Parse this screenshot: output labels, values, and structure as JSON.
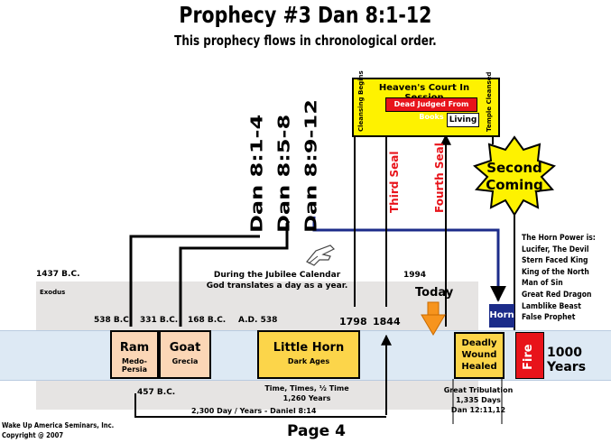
{
  "header": {
    "title": "Prophecy #3   Dan 8:1-12",
    "subtitle": "This prophecy flows in chronological order."
  },
  "passages": [
    "Dan 8:1-4",
    "Dan 8:5-8",
    "Dan 8:9-12"
  ],
  "court": {
    "title": "Heaven's Court In Session",
    "left_label": "Cleansing Begins",
    "right_label": "Temple Cleansed",
    "dead": "Dead Judged From Books",
    "living": "Living"
  },
  "seals": {
    "third": "Third Seal",
    "fourth": "Fourth Seal"
  },
  "second_coming": {
    "line1": "Second",
    "line2": "Coming"
  },
  "horn_power": {
    "heading": "The Horn Power is:",
    "items": [
      "Lucifer, The Devil",
      "Stern Faced King",
      "King of the North",
      "Man of Sin",
      "Great Red Dragon",
      "Lamblike Beast",
      "False Prophet"
    ]
  },
  "jubilee": {
    "line1": "During the Jubilee Calendar",
    "line2": "God translates a day as a year."
  },
  "dates": {
    "d1437": "1437 B.C.",
    "exodus": "Exodus",
    "d538bc": "538 B.C.",
    "d331bc": "331 B.C.",
    "d168bc": "168 B.C.",
    "ad538": "A.D. 538",
    "d1798": "1798",
    "d1844": "1844",
    "d1994": "1994",
    "d457bc": "457 B.C."
  },
  "today": "Today",
  "boxes": {
    "ram": {
      "title": "Ram",
      "sub": "Medo-Persia"
    },
    "goat": {
      "title": "Goat",
      "sub": "Grecia"
    },
    "little_horn": {
      "title": "Little Horn",
      "sub": "Dark Ages"
    },
    "deadly_wound": {
      "line1": "Deadly",
      "line2": "Wound",
      "line3": "Healed"
    },
    "horn": "Horn",
    "fire": "Fire",
    "thousand": "1000 Years"
  },
  "times": {
    "line1": "Time, Times, ½ Time",
    "line2": "1,260 Years"
  },
  "tribulation": {
    "line1": "Great Tribulation",
    "line2": "1,335 Days",
    "line3": "Dan 12:11,12"
  },
  "span_2300": "2,300 Day / Years - Daniel 8:14",
  "footer": {
    "org": "Wake Up America Seminars, Inc.",
    "copyright": "Copyright @ 2007",
    "page": "Page 4"
  },
  "colors": {
    "accent_red": "#e8131a",
    "court_yellow": "#fef200",
    "box_gold": "#fcd54a",
    "box_peach": "#fbd6b6",
    "horn_blue": "#1c2c8a",
    "today_orange": "#f7941d"
  }
}
